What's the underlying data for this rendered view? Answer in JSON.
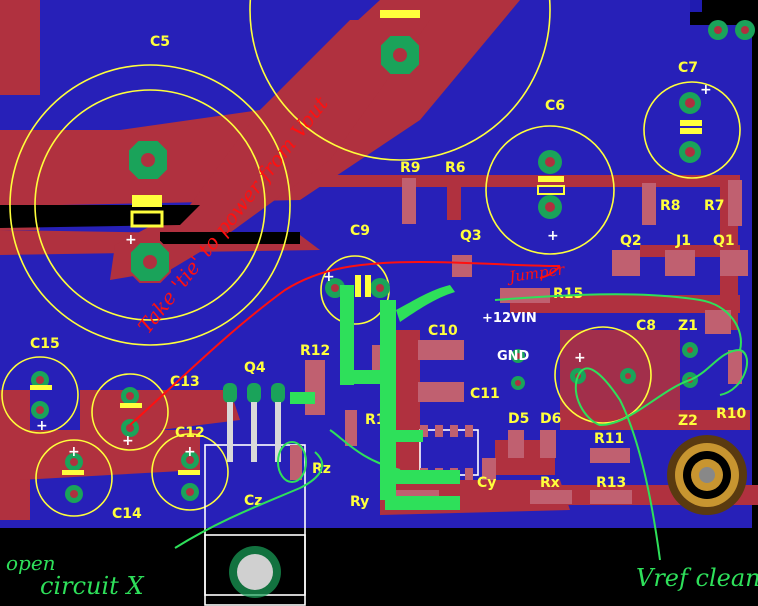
{
  "board": {
    "colors": {
      "background": "#000000",
      "bottom_copper": "#2720b8",
      "top_copper": "#b0313f",
      "silkscreen": "#ffff3c",
      "pad": "#1aa35a",
      "annotation_green": "#2ee05a",
      "annotation_red": "#ff1010"
    },
    "labels": {
      "c5": "C5",
      "c6": "C6",
      "c7": "C7",
      "c8": "C8",
      "c9": "C9",
      "c10": "C10",
      "c11": "C11",
      "c12": "C12",
      "c13": "C13",
      "c14": "C14",
      "c15": "C15",
      "r1": "R1",
      "r6": "R6",
      "r7": "R7",
      "r8": "R8",
      "r9": "R9",
      "r10": "R10",
      "r11": "R11",
      "r12": "R12",
      "r13": "R13",
      "r15": "R15",
      "q1": "Q1",
      "q2": "Q2",
      "q3": "Q3",
      "q4": "Q4",
      "j1": "J1",
      "z1": "Z1",
      "z2": "Z2",
      "d5": "D5",
      "d6": "D6",
      "rx": "Rx",
      "ry": "Ry",
      "rz": "Rz",
      "cy": "Cy",
      "cz": "Cz",
      "vin": "+12VIN",
      "gnd": "GND"
    },
    "annotations": {
      "red_note": "Take 'tie' to power from Vout",
      "red_jumper": "Jumper",
      "green_open": "open",
      "green_circuit": "circuit X",
      "green_vref": "Vref clean"
    }
  }
}
